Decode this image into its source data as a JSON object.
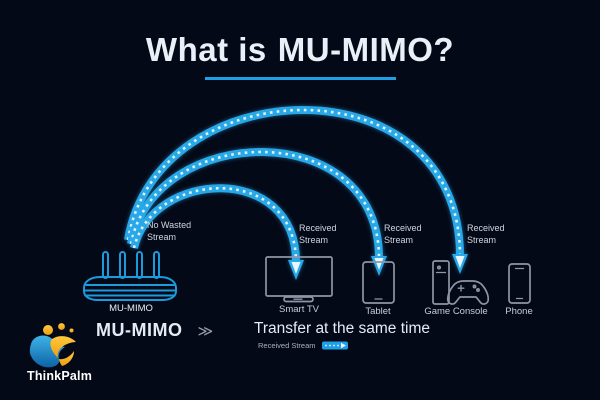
{
  "title": {
    "prefix": "What is",
    "highlight": "MU-MIMO?"
  },
  "router": {
    "label": "MU-MIMO",
    "annotation": "No Wasted\nStream"
  },
  "devices": [
    {
      "id": "smart-tv",
      "label": "Smart TV",
      "stream_note": "Received\nStream"
    },
    {
      "id": "tablet",
      "label": "Tablet",
      "stream_note": "Received\nStream"
    },
    {
      "id": "game-console",
      "label": "Game Console",
      "stream_note": "Received\nStream"
    },
    {
      "id": "phone",
      "label": "Phone"
    }
  ],
  "footer": {
    "mu_mimo": "MU-MIMO",
    "chevrons": "≫",
    "tagline": "Transfer at the same time",
    "legend_label": "Received Stream"
  },
  "brand": {
    "name": "ThinkPalm"
  },
  "colors": {
    "background": "#040918",
    "stream_blue": "#29a8e8",
    "stream_dots": "#dff2ff",
    "underline_blue": "#1f9fe6",
    "device_gray": "#8e95a6",
    "router_blue": "#1b9bdd",
    "brand_orange": "#f2a81d",
    "brand_blue": "#1d8fd1"
  }
}
